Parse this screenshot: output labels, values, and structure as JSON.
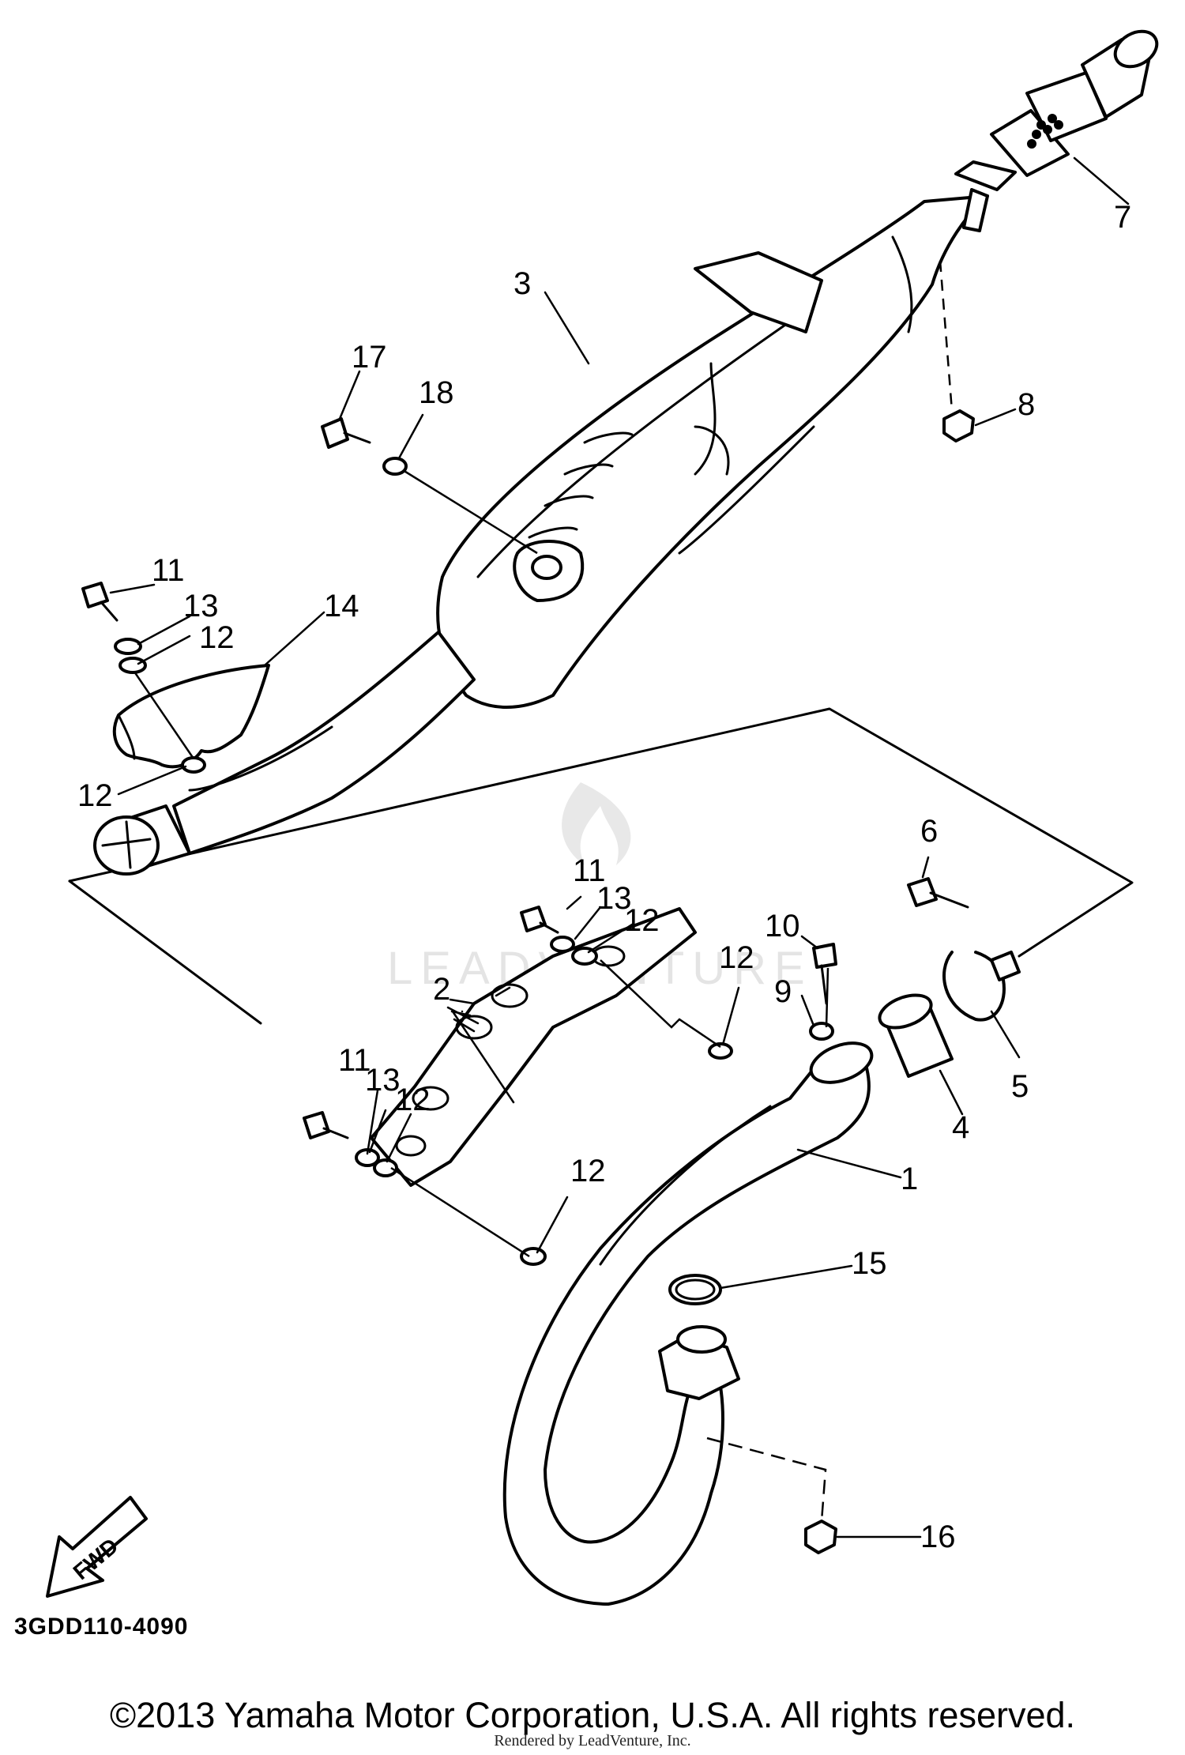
{
  "diagram": {
    "code": "3GDD110-4090",
    "fwd_label": "FWD",
    "watermark": "LEADVENTURE",
    "callouts": {
      "p1": "1",
      "p2": "2",
      "p3": "3",
      "p4": "4",
      "p5": "5",
      "p6": "6",
      "p7": "7",
      "p8": "8",
      "p9": "9",
      "p10": "10",
      "p11a": "11",
      "p11b": "11",
      "p11c": "11",
      "p12a": "12",
      "p12b": "12",
      "p12c": "12",
      "p12d": "12",
      "p12e": "12",
      "p12f": "12",
      "p13a": "13",
      "p13b": "13",
      "p13c": "13",
      "p14": "14",
      "p15": "15",
      "p16": "16",
      "p17": "17",
      "p18": "18"
    }
  },
  "footer": {
    "copyright": "©2013 Yamaha Motor Corporation, U.S.A. All rights reserved.",
    "rendered_by": "Rendered by LeadVenture, Inc."
  }
}
